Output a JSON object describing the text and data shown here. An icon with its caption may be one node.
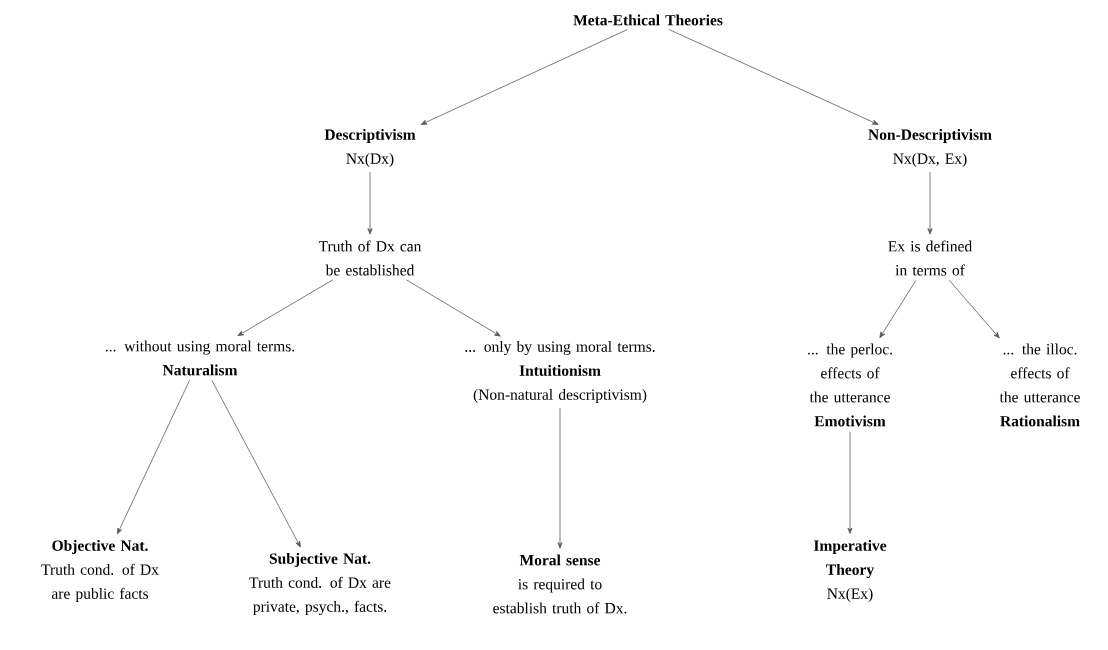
{
  "diagram": {
    "nodes": [
      {
        "text": [
          "Meta-Ethical Theories"
        ]
      },
      {
        "text": [
          "Descriptivism",
          "Nx(Dx)"
        ]
      },
      {
        "text": [
          "Non-Descriptivism",
          "Nx(Dx, Ex)"
        ]
      },
      {
        "text": [
          "Truth of Dx can be established"
        ]
      },
      {
        "text": [
          "Ex is defined in terms of"
        ]
      },
      {
        "text": [
          "... without using moral terms.",
          "Naturalism"
        ]
      },
      {
        "text": [
          "... only by using moral terms.",
          "Intuitionism",
          "(Non-natural descriptivism)"
        ]
      },
      {
        "text": [
          "... the perloc. effects of the utterance",
          "Emotivism"
        ]
      },
      {
        "text": [
          "... the illoc. effects of the utterance",
          "Rationalism"
        ]
      },
      {
        "text": [
          "Objective Nat.",
          "Truth cond. of Dx are public facts"
        ]
      },
      {
        "text": [
          "Subjective Nat.",
          "Truth cond. of Dx are private, psych., facts."
        ]
      },
      {
        "text": [
          "Moral sense",
          "is required to establish truth of Dx."
        ]
      },
      {
        "text": [
          "Imperative Theory",
          "Nx(Ex)"
        ]
      }
    ],
    "edges": [
      {
        "from": 0,
        "to": 1,
        "arrow": "to"
      },
      {
        "from": 0,
        "to": 2,
        "arrow": "to"
      },
      {
        "from": 1,
        "to": 3,
        "arrow": "to"
      },
      {
        "from": 2,
        "to": 4,
        "arrow": "to"
      },
      {
        "from": 3,
        "to": 5,
        "arrow": "to"
      },
      {
        "from": 3,
        "to": 6,
        "arrow": "to"
      },
      {
        "from": 4,
        "to": 7,
        "arrow": "to"
      },
      {
        "from": 4,
        "to": 8,
        "arrow": "to"
      },
      {
        "from": 5,
        "to": 9,
        "arrow": "to"
      },
      {
        "from": 5,
        "to": 10,
        "arrow": "to"
      },
      {
        "from": 6,
        "to": 11,
        "arrow": "to"
      },
      {
        "from": 7,
        "to": 12,
        "arrow": "to"
      }
    ]
  }
}
